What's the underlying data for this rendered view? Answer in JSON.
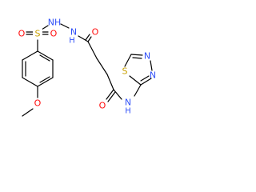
{
  "colors": {
    "bond": "#000000",
    "oxygen": "#ff0d0d",
    "nitrogen": "#3050f8",
    "sulfur": "#c8a000",
    "carbon_hydrogen": "#000000",
    "background": "#ffffff"
  },
  "atoms": {
    "sulfonyl_S": "S",
    "sulfonyl_O_left": "O",
    "sulfonyl_O_right": "O",
    "sulfonyl_NH": "NH",
    "hydrazide_N": "N",
    "hydrazide_H": "H",
    "carbonyl_O_top": "O",
    "methoxy_O": "O",
    "carbonyl_O_bottom": "O",
    "amide_N": "N",
    "amide_H": "H",
    "thiadiazole_S": "S",
    "thiadiazole_N1": "N",
    "thiadiazole_N2": "N"
  }
}
